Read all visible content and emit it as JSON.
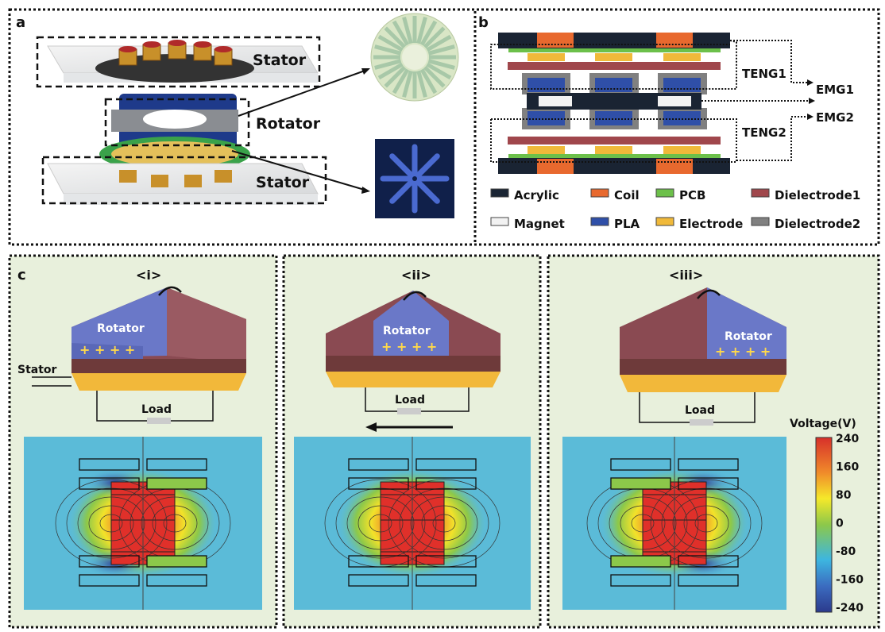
{
  "panel_a": {
    "label": "a",
    "stator_top": "Stator",
    "rotator": "Rotator",
    "stator_bottom": "Stator"
  },
  "panel_b": {
    "label": "b",
    "teng1": "TENG1",
    "teng2": "TENG2",
    "emg1": "EMG1",
    "emg2": "EMG2",
    "legend": [
      {
        "name": "Acrylic",
        "color": "#1a2433"
      },
      {
        "name": "Coil",
        "color": "#e8692e"
      },
      {
        "name": "PCB",
        "color": "#6cc04a"
      },
      {
        "name": "Dielectrode1",
        "color": "#a0474c"
      },
      {
        "name": "Magnet",
        "color": "#f2f2f2"
      },
      {
        "name": "PLA",
        "color": "#2f4fa8"
      },
      {
        "name": "Electrode",
        "color": "#f0b93a"
      },
      {
        "name": "Dielectrode2",
        "color": "#808080"
      }
    ]
  },
  "panel_c": {
    "label": "c",
    "states": [
      {
        "title": "<i>",
        "rotator": "Rotator",
        "stator": "Stator",
        "load": "Load"
      },
      {
        "title": "<ii>",
        "rotator": "Rotator",
        "load": "Load"
      },
      {
        "title": "<iii>",
        "rotator": "Rotator",
        "load": "Load"
      }
    ],
    "plus": "+ + + +",
    "colorbar": {
      "title": "Voltage(V)",
      "ticks": [
        "240",
        "160",
        "80",
        "0",
        "-80",
        "-160",
        "-240"
      ],
      "range": [
        -240,
        240
      ]
    }
  }
}
